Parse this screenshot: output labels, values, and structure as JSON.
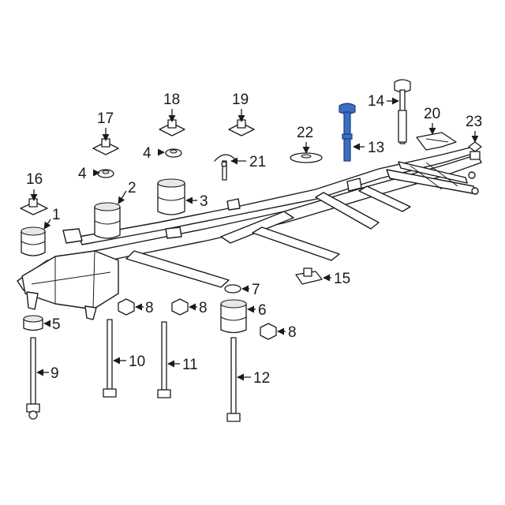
{
  "highlight_color": "#3a6fc2",
  "callouts": {
    "c1": "1",
    "c2": "2",
    "c3": "3",
    "c4a": "4",
    "c4b": "4",
    "c5": "5",
    "c6": "6",
    "c7": "7",
    "c8a": "8",
    "c8b": "8",
    "c8c": "8",
    "c9": "9",
    "c10": "10",
    "c11": "11",
    "c12": "12",
    "c13": "13",
    "c14": "14",
    "c15": "15",
    "c16": "16",
    "c17": "17",
    "c18": "18",
    "c19": "19",
    "c20": "20",
    "c21": "21",
    "c22": "22",
    "c23": "23"
  }
}
